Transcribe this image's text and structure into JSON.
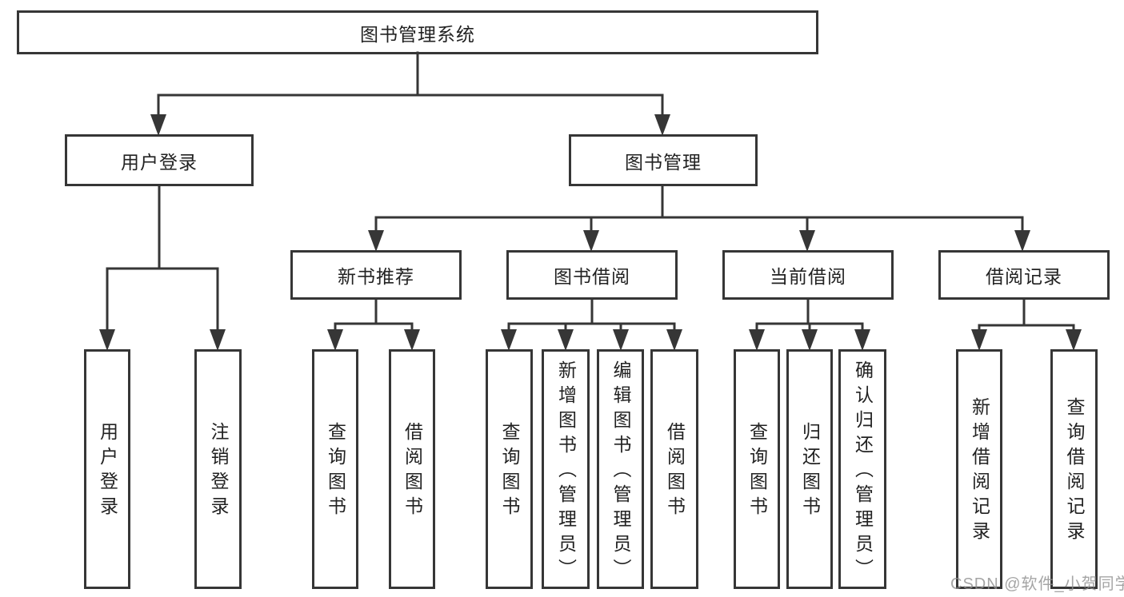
{
  "tree": {
    "root": {
      "label": "图书管理系统"
    },
    "branches": [
      {
        "label": "用户登录",
        "children": [
          {
            "label": "用户登录"
          },
          {
            "label": "注销登录"
          }
        ]
      },
      {
        "label": "图书管理",
        "children": [
          {
            "label": "新书推荐",
            "children": [
              {
                "label": "查询图书"
              },
              {
                "label": "借阅图书"
              }
            ]
          },
          {
            "label": "图书借阅",
            "children": [
              {
                "label": "查询图书"
              },
              {
                "label": "新增图书（管理员）"
              },
              {
                "label": "编辑图书（管理员）"
              },
              {
                "label": "借阅图书"
              }
            ]
          },
          {
            "label": "当前借阅",
            "children": [
              {
                "label": "查询图书"
              },
              {
                "label": "归还图书"
              },
              {
                "label": "确认归还（管理员）"
              }
            ]
          },
          {
            "label": "借阅记录",
            "children": [
              {
                "label": "新增借阅记录"
              },
              {
                "label": "查询借阅记录"
              }
            ]
          }
        ]
      }
    ]
  },
  "watermark": {
    "text": "CSDN @软件_小贺同学"
  },
  "colors": {
    "line": "#363636",
    "text": "#222222",
    "watermark": "#8f8f8f",
    "background": "#ffffff"
  }
}
